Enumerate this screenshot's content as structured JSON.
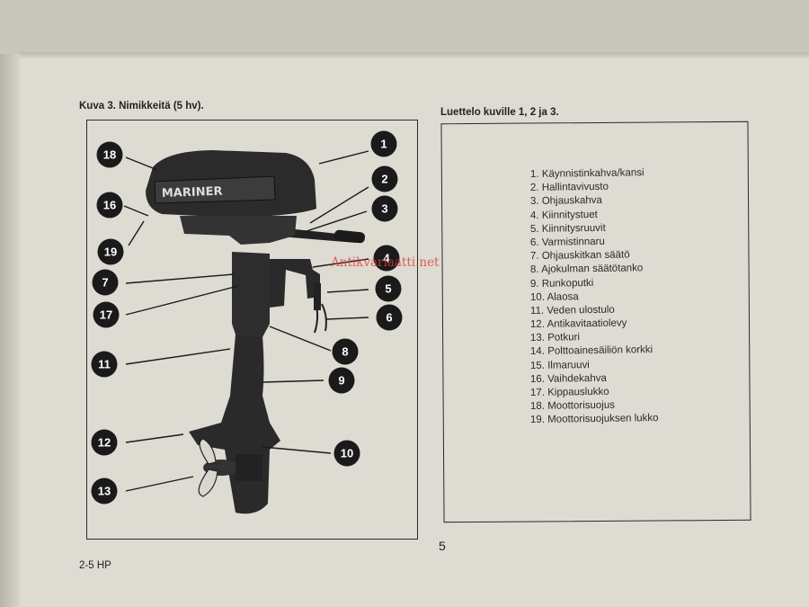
{
  "left_caption": "Kuva 3. Nimikkeitä (5 hv).",
  "right_caption": "Luettelo kuville 1, 2 ja 3.",
  "brand_label": "MARINER",
  "callouts": [
    {
      "number": "1"
    },
    {
      "number": "2"
    },
    {
      "number": "3"
    },
    {
      "number": "4"
    },
    {
      "number": "5"
    },
    {
      "number": "6"
    },
    {
      "number": "7"
    },
    {
      "number": "8"
    },
    {
      "number": "9"
    },
    {
      "number": "10"
    },
    {
      "number": "11"
    },
    {
      "number": "12"
    },
    {
      "number": "13"
    },
    {
      "number": "16"
    },
    {
      "number": "17"
    },
    {
      "number": "18"
    },
    {
      "number": "19"
    }
  ],
  "parts": [
    "1.  Käynnistinkahva/kansi",
    "2.  Hallintavivusto",
    "3.  Ohjauskahva",
    "4.  Kiinnitystuet",
    "5.  Kiinnitysruuvit",
    "6.  Varmistinnaru",
    "7.  Ohjauskitkan säätö",
    "8.  Ajokulman säätötanko",
    "9.  Runkoputki",
    "10.  Alaosa",
    "11.  Veden ulostulo",
    "12.  Antikavitaatiolevy",
    "13.  Potkuri",
    "14.  Polttoainesäiliön korkki",
    "15.  Ilmaruuvi",
    "16.  Vaihdekahva",
    "17.  Kippauslukko",
    "18.  Moottorisuojus",
    "19.  Moottorisuojuksen lukko"
  ],
  "page_number": "5",
  "footer_left": "2-5 HP",
  "watermark": "Antikvariaatti.net"
}
